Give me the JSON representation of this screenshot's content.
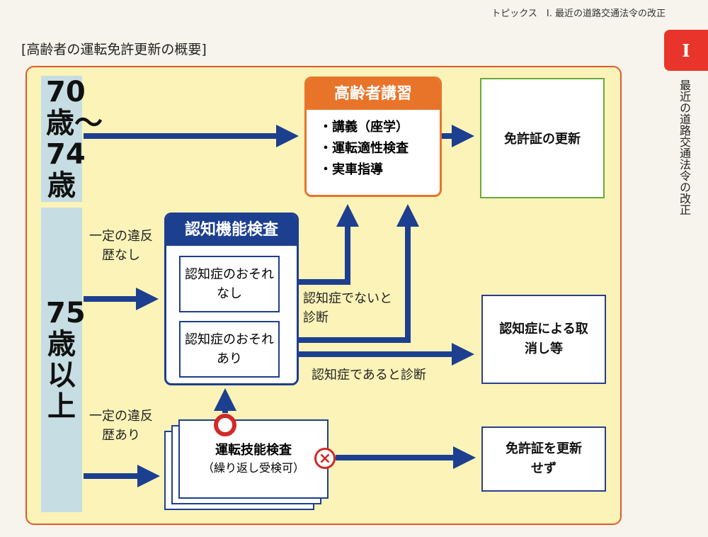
{
  "header": {
    "running_title": "トピックス　I. 最近の道路交通法令の改正"
  },
  "side": {
    "tab": "I",
    "text": "最近の道路交通法令の改正"
  },
  "title": "[高齢者の運転免許更新の概要]",
  "ages": {
    "group1": "70歳〜74歳",
    "group2": "75歳以上"
  },
  "conditions": {
    "no_violation": "一定の違反歴なし",
    "violation": "一定の違反歴あり"
  },
  "koureisha": {
    "title": "高齢者講習",
    "items": [
      "・講義（座学）",
      "・運転適性検査",
      "・実車指導"
    ]
  },
  "renewal": "免許証の更新",
  "ninchi": {
    "title": "認知機能検査",
    "no_risk": "認知症のおそれなし",
    "risk": "認知症のおそれあり"
  },
  "diagnoses": {
    "not_dementia": "認知症でないと診断",
    "dementia": "認知症であると診断"
  },
  "cancel": "認知症による取消し等",
  "driving_test": {
    "title": "運転技能検査",
    "note": "（繰り返し受検可）"
  },
  "not_renewed": "免許証を更新せず",
  "symbols": {
    "pass": "maru-icon",
    "fail": "cross-icon"
  },
  "colors": {
    "navy": "#1d3f8f",
    "orange": "#e8742a",
    "red": "#d02a2a",
    "frame": "#e05a2a",
    "band": "#c6dde3"
  }
}
